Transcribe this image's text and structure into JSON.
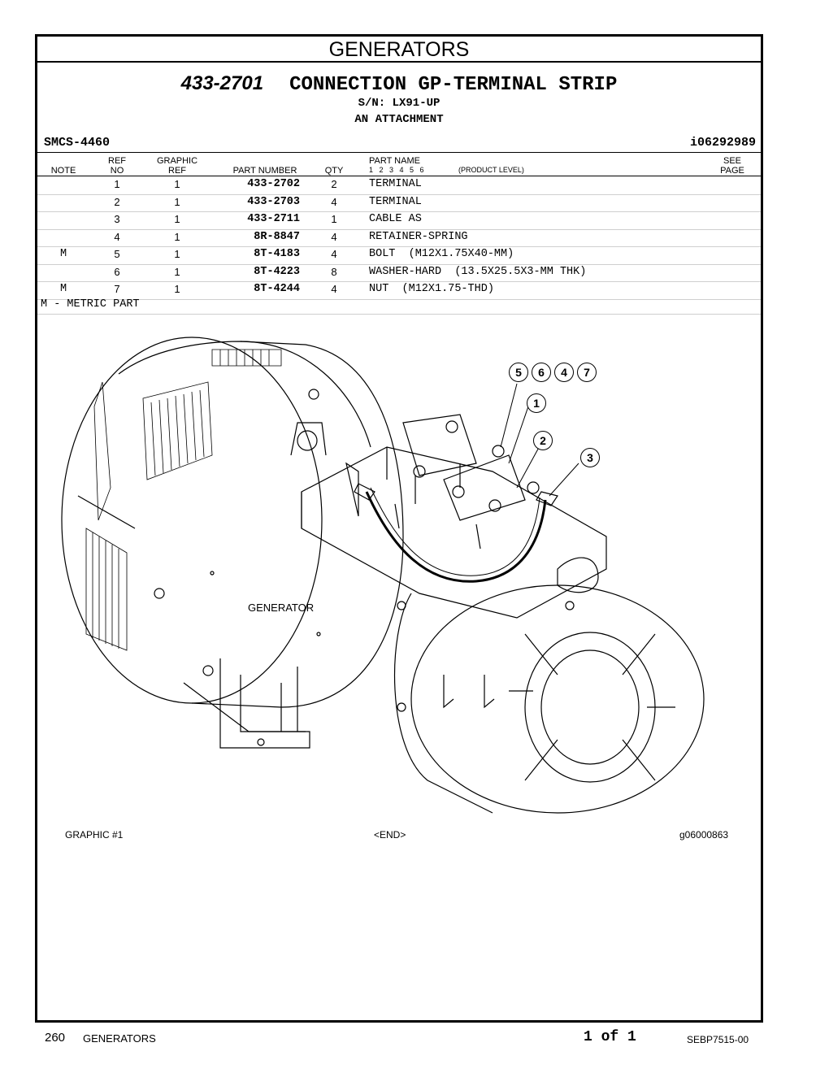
{
  "header": {
    "section": "GENERATORS"
  },
  "group": {
    "part_number": "433-2701",
    "name": "CONNECTION GP-TERMINAL STRIP",
    "serial": "S/N: LX91-UP",
    "type": "AN ATTACHMENT",
    "smcs": "SMCS-4460",
    "illustration_id": "i06292989"
  },
  "columns": {
    "note": "NOTE",
    "ref_no_1": "REF",
    "ref_no_2": "NO",
    "graphic_ref_1": "GRAPHIC",
    "graphic_ref_2": "REF",
    "part_number": "PART NUMBER",
    "qty": "QTY",
    "part_name": "PART NAME",
    "levels": "1   2   3   4   5   6",
    "product_level": "(PRODUCT LEVEL)",
    "see_page_1": "SEE",
    "see_page_2": "PAGE"
  },
  "parts": [
    {
      "note": "",
      "ref": "1",
      "graphic": "1",
      "pn": "433-2702",
      "qty": "2",
      "name": "TERMINAL"
    },
    {
      "note": "",
      "ref": "2",
      "graphic": "1",
      "pn": "433-2703",
      "qty": "4",
      "name": "TERMINAL"
    },
    {
      "note": "",
      "ref": "3",
      "graphic": "1",
      "pn": "433-2711",
      "qty": "1",
      "name": "CABLE AS"
    },
    {
      "note": "",
      "ref": "4",
      "graphic": "1",
      "pn": "8R-8847",
      "qty": "4",
      "name": "RETAINER-SPRING"
    },
    {
      "note": "M",
      "ref": "5",
      "graphic": "1",
      "pn": "8T-4183",
      "qty": "4",
      "name": "BOLT  (M12X1.75X40-MM)"
    },
    {
      "note": "",
      "ref": "6",
      "graphic": "1",
      "pn": "8T-4223",
      "qty": "8",
      "name": "WASHER-HARD  (13.5X25.5X3-MM THK)"
    },
    {
      "note": "M",
      "ref": "7",
      "graphic": "1",
      "pn": "8T-4244",
      "qty": "4",
      "name": "NUT  (M12X1.75-THD)"
    }
  ],
  "legend_note": "M - METRIC PART",
  "figure": {
    "label": "GENERATOR",
    "callouts": [
      "5",
      "6",
      "4",
      "7",
      "1",
      "2",
      "3"
    ],
    "graphic_label": "GRAPHIC #1",
    "end_label": "<END>",
    "graphic_id": "g06000863"
  },
  "footer": {
    "page_number": "260",
    "section": "GENERATORS",
    "page_count": "1 of 1",
    "doc_id": "SEBP7515-00"
  }
}
